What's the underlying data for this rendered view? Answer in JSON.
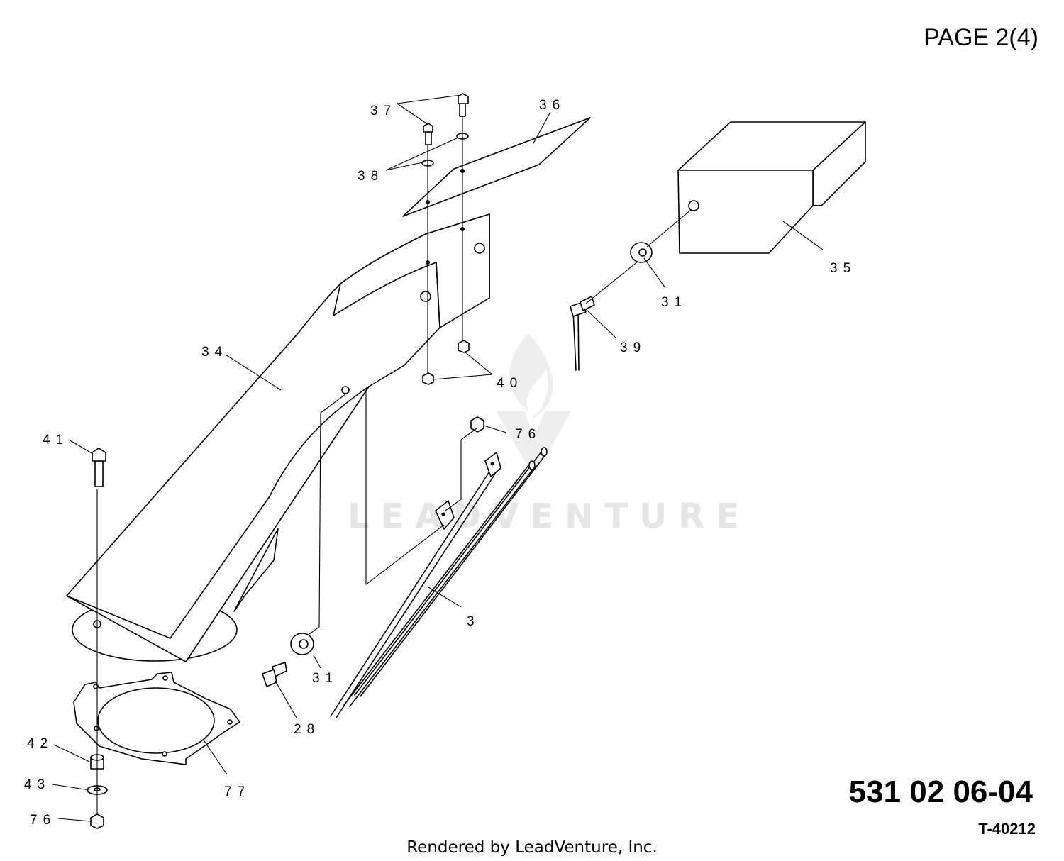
{
  "header": {
    "page_label": "PAGE 2(4)"
  },
  "watermark": {
    "text": "LEADVENTURE",
    "color": "#e6e6e6"
  },
  "callouts": {
    "c3": "3",
    "c28": "28",
    "c31a": "31",
    "c31b": "31",
    "c34": "34",
    "c35": "35",
    "c36": "36",
    "c37": "37",
    "c38": "38",
    "c39": "39",
    "c40": "40",
    "c41": "41",
    "c42": "42",
    "c43": "43",
    "c76a": "76",
    "c76b": "76",
    "c77": "77"
  },
  "footer": {
    "doc_number": "531 02 06-04",
    "ref_code": "T-40212",
    "credit": "Rendered by LeadVenture, Inc."
  }
}
